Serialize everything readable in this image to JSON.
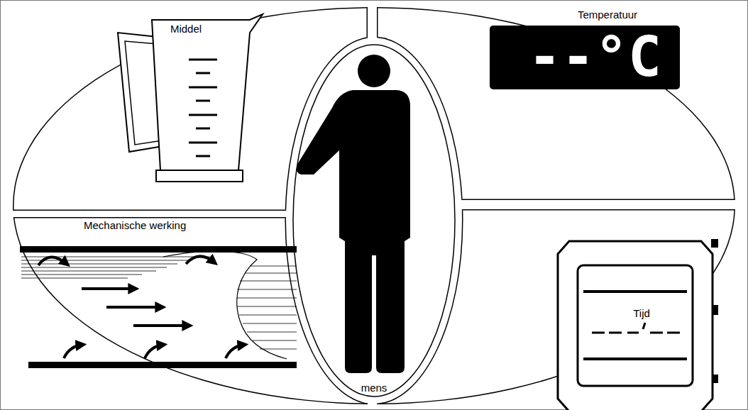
{
  "diagram": {
    "nodes": [
      {
        "text": [
          "Middel"
        ]
      },
      {
        "text": [
          "Temperatuur"
        ]
      },
      {
        "text": [
          "Mechanische werking"
        ]
      },
      {
        "text": [
          "Tijd"
        ]
      },
      {
        "text": [
          "mens"
        ]
      }
    ],
    "labels": [
      "--°C"
    ]
  }
}
